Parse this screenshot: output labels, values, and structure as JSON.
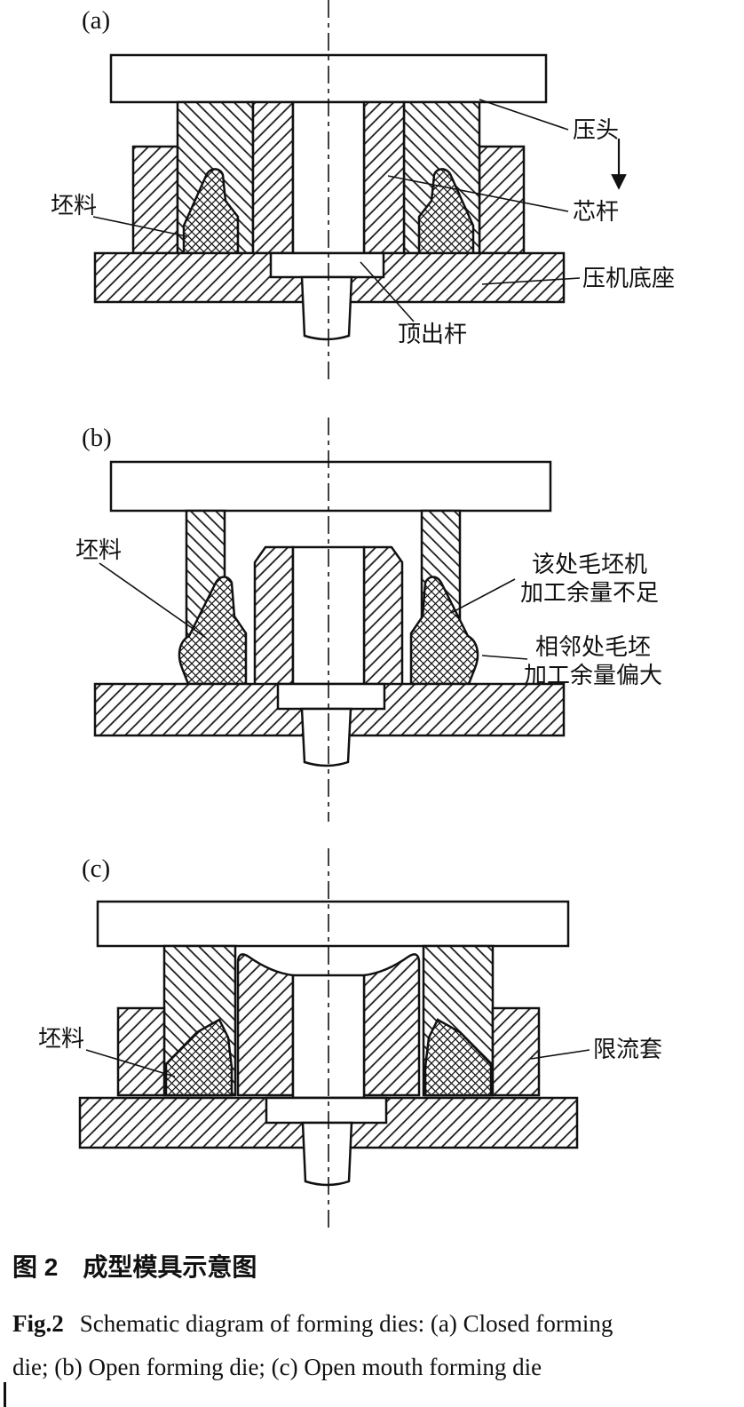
{
  "panels": {
    "a": {
      "tag": "(a)",
      "labels": {
        "blank": "坯料",
        "press_head": "压头",
        "core_rod": "芯杆",
        "press_base": "压机底座",
        "ejector_rod": "顶出杆"
      }
    },
    "b": {
      "tag": "(b)",
      "labels": {
        "blank": "坯料",
        "note_insufficient_line1": "该处毛坯机",
        "note_insufficient_line2": "加工余量不足",
        "note_excess_line1": "相邻处毛坯",
        "note_excess_line2": "加工余量偏大"
      }
    },
    "c": {
      "tag": "(c)",
      "labels": {
        "blank": "坯料",
        "restrictor_sleeve": "限流套"
      }
    }
  },
  "caption": {
    "cn_fig": "图 2",
    "cn_title": "成型模具示意图",
    "en_fig": "Fig.2",
    "en_line1": "Schematic diagram of forming dies: (a) Closed forming",
    "en_line2": "die; (b) Open forming die; (c) Open mouth forming die"
  },
  "colors": {
    "ink": "#111111",
    "paper": "#ffffff"
  }
}
